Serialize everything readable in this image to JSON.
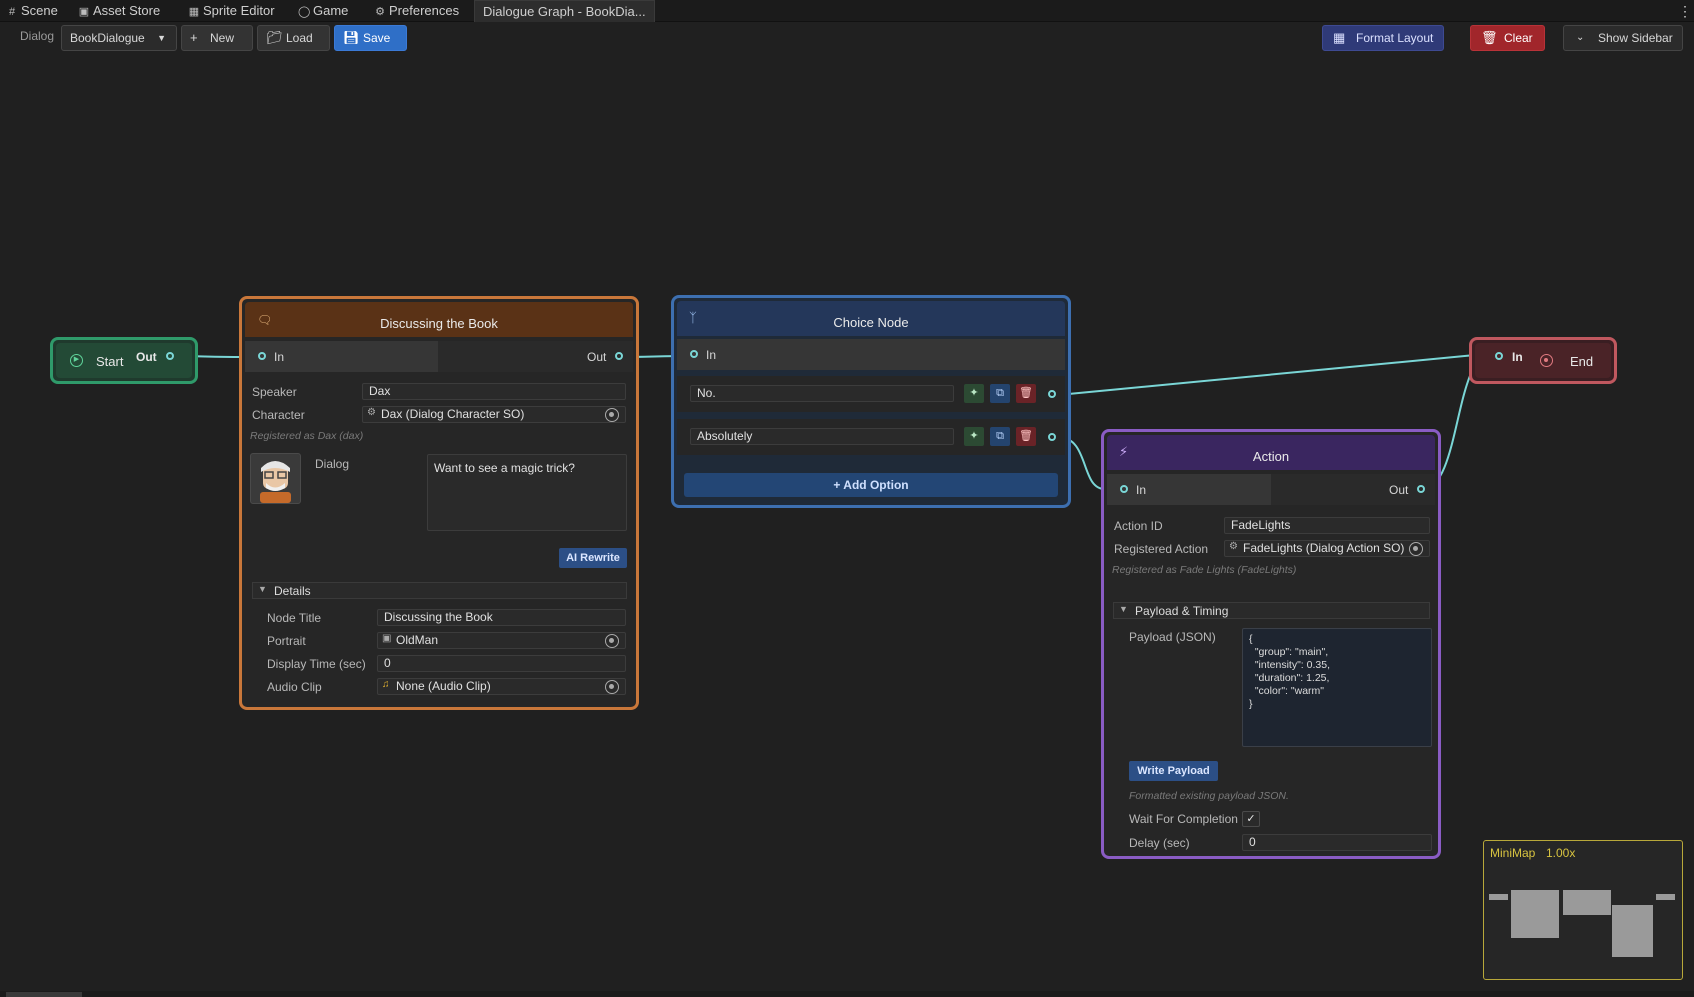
{
  "tabs": [
    {
      "label": "Scene",
      "icon": "grid-icon"
    },
    {
      "label": "Asset Store",
      "icon": "bag-icon"
    },
    {
      "label": "Sprite Editor",
      "icon": "sprite-icon"
    },
    {
      "label": "Game",
      "icon": "gamepad-icon"
    },
    {
      "label": "Preferences",
      "icon": "gear-icon"
    },
    {
      "label": "Dialogue Graph - BookDia...",
      "icon": ""
    }
  ],
  "toolbar": {
    "dialog_label": "Dialog",
    "dialog_select": "BookDialogue",
    "new_label": "New",
    "load_label": "Load",
    "save_label": "Save",
    "format_label": "Format Layout",
    "clear_label": "Clear",
    "sidebar_label": "Show Sidebar"
  },
  "colors": {
    "wire": "#7ad6d6",
    "start_border": "#2f9a6a",
    "dialog_border": "#c9773a",
    "choice_border": "#3d6fb0",
    "action_border": "#8a5cc4",
    "end_border": "#c0585f"
  },
  "start_node": {
    "title": "Start",
    "out": "Out"
  },
  "dialog_node": {
    "title": "Discussing the Book",
    "in": "In",
    "out": "Out",
    "speaker_label": "Speaker",
    "speaker_value": "Dax",
    "character_label": "Character",
    "character_value": "Dax (Dialog Character SO)",
    "registered_hint": "Registered as Dax (dax)",
    "dialog_label": "Dialog",
    "dialog_text": "Want to see a magic trick?",
    "ai_rewrite": "AI Rewrite",
    "details_label": "Details",
    "node_title_label": "Node Title",
    "node_title_value": "Discussing the Book",
    "portrait_label": "Portrait",
    "portrait_value": "OldMan",
    "display_time_label": "Display Time (sec)",
    "display_time_value": "0",
    "audio_label": "Audio Clip",
    "audio_value": "None (Audio Clip)"
  },
  "choice_node": {
    "title": "Choice Node",
    "in": "In",
    "options": [
      "No.",
      "Absolutely"
    ],
    "add_option": "+ Add Option"
  },
  "action_node": {
    "title": "Action",
    "in": "In",
    "out": "Out",
    "action_id_label": "Action ID",
    "action_id_value": "FadeLights",
    "registered_label": "Registered Action",
    "registered_value": "FadeLights (Dialog Action SO)",
    "registered_hint": "Registered as Fade Lights (FadeLights)",
    "payload_section": "Payload & Timing",
    "payload_label": "Payload (JSON)",
    "payload_lines": [
      "{",
      "  \"group\": \"main\",",
      "  \"intensity\": 0.35,",
      "  \"duration\": 1.25,",
      "  \"color\": \"warm\"",
      "}"
    ],
    "write_payload": "Write Payload",
    "payload_hint": "Formatted existing payload JSON.",
    "wait_label": "Wait For Completion",
    "wait_checked": true,
    "delay_label": "Delay (sec)",
    "delay_value": "0"
  },
  "end_node": {
    "title": "End",
    "in": "In"
  },
  "minimap": {
    "label": "MiniMap",
    "zoom": "1.00x"
  }
}
